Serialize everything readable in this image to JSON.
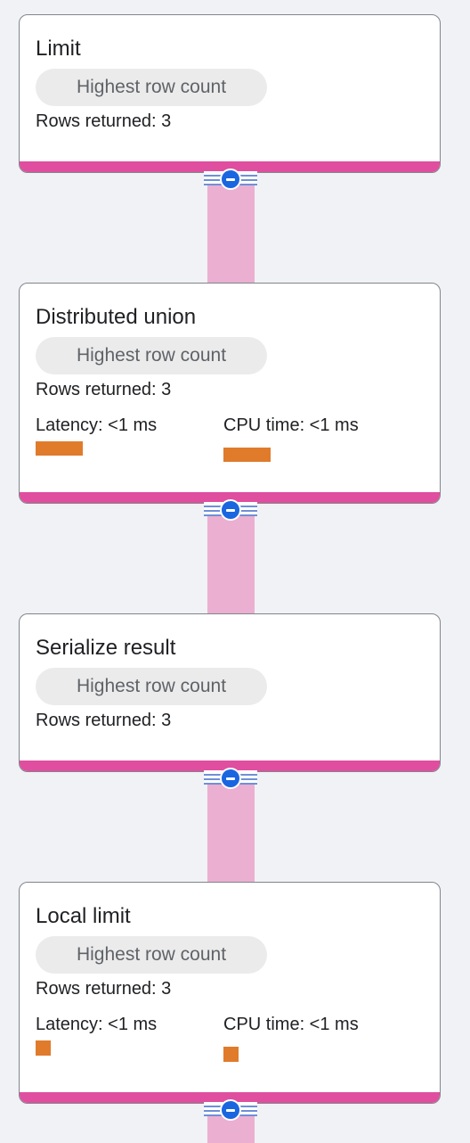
{
  "colors": {
    "background": "#f1f2f5",
    "node_bottom_bar": "#e04e9f",
    "connector": "#ebafd1",
    "collapse_button": "#1a66e0",
    "metric_bar": "#e07b2c",
    "chip_background": "#ebebeb"
  },
  "nodes": [
    {
      "title": "Limit",
      "chip": "Highest row count",
      "rows": "Rows returned: 3"
    },
    {
      "title": "Distributed union",
      "chip": "Highest row count",
      "rows": "Rows returned: 3",
      "latency": "Latency: <1 ms",
      "cpu": "CPU time: <1 ms"
    },
    {
      "title": "Serialize result",
      "chip": "Highest row count",
      "rows": "Rows returned: 3"
    },
    {
      "title": "Local limit",
      "chip": "Highest row count",
      "rows": "Rows returned: 3",
      "latency": "Latency: <1 ms",
      "cpu": "CPU time: <1 ms"
    }
  ]
}
